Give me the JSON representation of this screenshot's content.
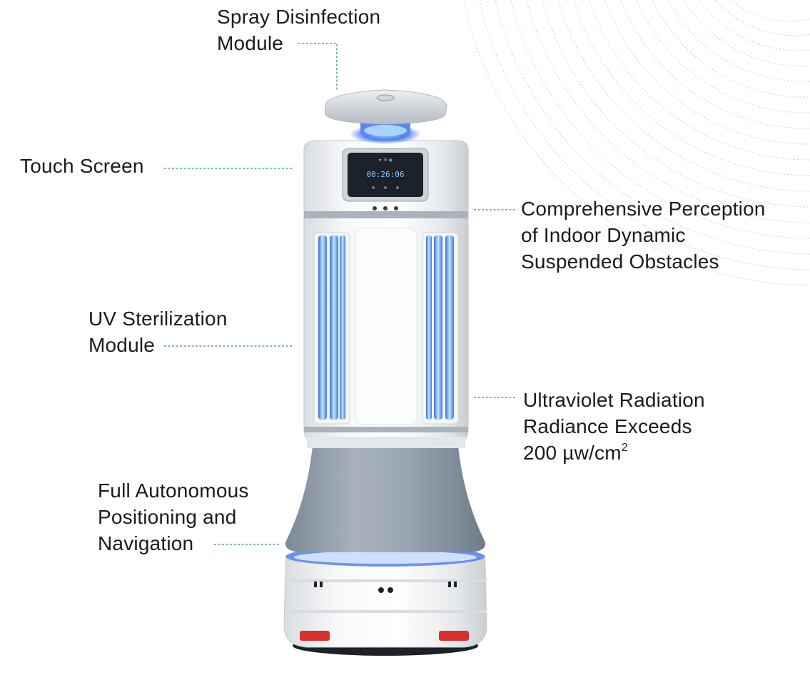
{
  "title": "",
  "callouts": {
    "spray": {
      "line1": "Spray Disinfection",
      "line2": "Module"
    },
    "touch": {
      "line1": "Touch Screen"
    },
    "uv": {
      "line1": "UV Sterilization",
      "line2": "Module"
    },
    "navigation": {
      "line1": "Full Autonomous",
      "line2": "Positioning and",
      "line3": "Navigation"
    },
    "perception": {
      "line1": "Comprehensive Perception",
      "line2": "of Indoor Dynamic",
      "line3": "Suspended Obstacles"
    },
    "radiation": {
      "line1": "Ultraviolet Radiation",
      "line2": "Radiance Exceeds",
      "line3": "200 µw/cm",
      "line3_sup": "2"
    }
  },
  "screen": {
    "time": "00:26:06",
    "header": "★ ☰ ◉"
  },
  "colors": {
    "leader": "#3d7fa6",
    "uv_glow": "#4a7de8",
    "body": "#eef0f2",
    "base_grey": "#8e9aa6",
    "arc": "#9fc4d8",
    "tail_light": "#d8302a"
  },
  "icons": [
    "dashed-leader-line",
    "decorative-arc-pattern"
  ]
}
